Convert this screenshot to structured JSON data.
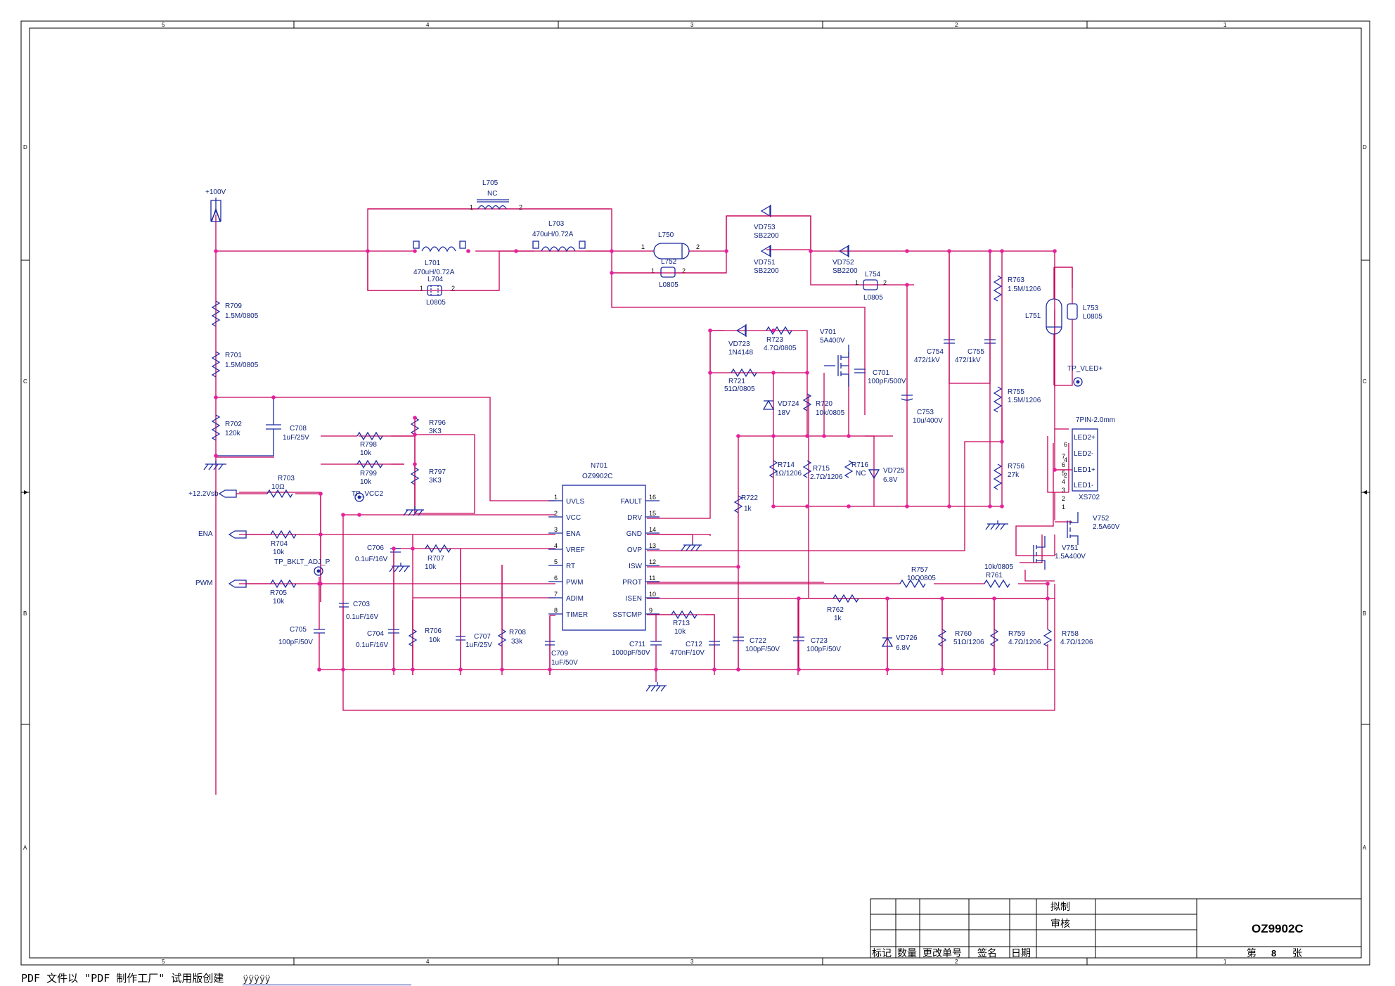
{
  "frame": {
    "col_labels": [
      "5",
      "4",
      "3",
      "2",
      "1"
    ],
    "row_labels": [
      "D",
      "C",
      "B",
      "A"
    ]
  },
  "title_block": {
    "drafted": "拟制",
    "reviewed": "审核",
    "drawing_title": "OZ9902C",
    "sheet_prefix": "第",
    "sheet_no": "8",
    "sheet_suffix": "张",
    "col_mark": "标记",
    "col_qty": "数量",
    "col_change": "更改单号",
    "col_sign": "签名",
    "col_date": "日期"
  },
  "footer": {
    "text": "PDF 文件以 \"PDF 制作工厂\" 试用版创建",
    "link": "ÿÿÿÿÿ"
  },
  "ports": {
    "p100v": "+100V",
    "p12v": "+12.2Vsb",
    "ena": "ENA",
    "pwm": "PWM",
    "tp_vcc2": "TP_VCC2",
    "tp_bklt": "TP_BKLT_ADJ_P",
    "tp_vled": "TP_VLED+"
  },
  "ic": {
    "ref": "N701",
    "part": "OZ9902C",
    "left_pins": [
      {
        "num": "1",
        "name": "UVLS"
      },
      {
        "num": "2",
        "name": "VCC"
      },
      {
        "num": "3",
        "name": "ENA"
      },
      {
        "num": "4",
        "name": "VREF"
      },
      {
        "num": "5",
        "name": "RT"
      },
      {
        "num": "6",
        "name": "PWM"
      },
      {
        "num": "7",
        "name": "ADIM"
      },
      {
        "num": "8",
        "name": "TIMER"
      }
    ],
    "right_pins": [
      {
        "num": "16",
        "name": "FAULT"
      },
      {
        "num": "15",
        "name": "DRV"
      },
      {
        "num": "14",
        "name": "GND"
      },
      {
        "num": "13",
        "name": "OVP"
      },
      {
        "num": "12",
        "name": "ISW"
      },
      {
        "num": "11",
        "name": "PROT"
      },
      {
        "num": "10",
        "name": "ISEN"
      },
      {
        "num": "9",
        "name": "SSTCMP"
      }
    ]
  },
  "connector": {
    "ref": "7PIN-2.0mm",
    "ref2": "XS702",
    "pins": [
      {
        "num": "7",
        "sig": ""
      },
      {
        "num": "6",
        "sig": "LED2+"
      },
      {
        "num": "5",
        "sig": ""
      },
      {
        "num": "4",
        "sig": "LED2-"
      },
      {
        "num": "3",
        "sig": ""
      },
      {
        "num": "2",
        "sig": "LED1+"
      },
      {
        "num": "1",
        "sig": "LED1-"
      }
    ],
    "inner": [
      "6",
      "4",
      "2"
    ]
  },
  "components": {
    "L705": {
      "ref": "L705",
      "val": "NC"
    },
    "L703": {
      "ref": "L703",
      "val": "470uH/0.72A"
    },
    "L701": {
      "ref": "L701",
      "val": "470uH/0.72A"
    },
    "L704": {
      "ref": "L704",
      "val": "L0805"
    },
    "L750": {
      "ref": "L750",
      "val": ""
    },
    "L752": {
      "ref": "L752",
      "val": "L0805"
    },
    "VD753": {
      "ref": "VD753",
      "val": "SB2200"
    },
    "VD751": {
      "ref": "VD751",
      "val": "SB2200"
    },
    "VD752": {
      "ref": "VD752",
      "val": "SB2200"
    },
    "L754": {
      "ref": "L754",
      "val": "L0805"
    },
    "R763": {
      "ref": "R763",
      "val": "1.5M/1206"
    },
    "L751": {
      "ref": "L751",
      "val": ""
    },
    "L753": {
      "ref": "L753",
      "val": "L0805"
    },
    "R709": {
      "ref": "R709",
      "val": "1.5M/0805"
    },
    "R701": {
      "ref": "R701",
      "val": "1.5M/0805"
    },
    "R702": {
      "ref": "R702",
      "val": "120k"
    },
    "C708": {
      "ref": "C708",
      "val": "1uF/25V"
    },
    "R796": {
      "ref": "R796",
      "val": "3K3"
    },
    "R798": {
      "ref": "R798",
      "val": "10k"
    },
    "R799": {
      "ref": "R799",
      "val": "10k"
    },
    "R797": {
      "ref": "R797",
      "val": "3K3"
    },
    "R703": {
      "ref": "R703",
      "val": "10Ω"
    },
    "R704": {
      "ref": "R704",
      "val": "10k"
    },
    "R705": {
      "ref": "R705",
      "val": "10k"
    },
    "C706": {
      "ref": "C706",
      "val": "0.1uF/16V"
    },
    "R707": {
      "ref": "R707",
      "val": "10k"
    },
    "C703": {
      "ref": "C703",
      "val": "0.1uF/16V"
    },
    "C705": {
      "ref": "C705",
      "val": "100pF/50V"
    },
    "C704": {
      "ref": "C704",
      "val": "0.1uF/16V"
    },
    "R706": {
      "ref": "R706",
      "val": "10k"
    },
    "C707": {
      "ref": "C707",
      "val": "1uF/25V"
    },
    "R708": {
      "ref": "R708",
      "val": "33k"
    },
    "C709": {
      "ref": "C709",
      "val": "1uF/50V"
    },
    "C711": {
      "ref": "C711",
      "val": "1000pF/50V"
    },
    "R713": {
      "ref": "R713",
      "val": "10k"
    },
    "C712": {
      "ref": "C712",
      "val": "470nF/10V"
    },
    "VD723": {
      "ref": "VD723",
      "val": "1N4148"
    },
    "R723": {
      "ref": "R723",
      "val": "4.7Ω/0805"
    },
    "R721": {
      "ref": "R721",
      "val": "51Ω/0805"
    },
    "V701": {
      "ref": "V701",
      "val": "5A400V"
    },
    "C701": {
      "ref": "C701",
      "val": "100pF/500V"
    },
    "VD724": {
      "ref": "VD724",
      "val": "18V"
    },
    "R720": {
      "ref": "R720",
      "val": "10k/0805"
    },
    "C754": {
      "ref": "C754",
      "val": "472/1kV"
    },
    "C755": {
      "ref": "C755",
      "val": "472/1kV"
    },
    "C753": {
      "ref": "C753",
      "val": "10u/400V"
    },
    "R755": {
      "ref": "R755",
      "val": "1.5M/1206"
    },
    "R714": {
      "ref": "R714",
      "val": "1Ω/1206"
    },
    "R715": {
      "ref": "R715",
      "val": "2.7Ω/1206"
    },
    "R716": {
      "ref": "R716",
      "val": "NC"
    },
    "VD725": {
      "ref": "VD725",
      "val": "6.8V"
    },
    "R756": {
      "ref": "R756",
      "val": "27k"
    },
    "R722": {
      "ref": "R722",
      "val": "1k"
    },
    "V752": {
      "ref": "V752",
      "val": "2.5A60V"
    },
    "V751": {
      "ref": "V751",
      "val": "1.5A400V"
    },
    "R757": {
      "ref": "R757",
      "val": "10Ω0805"
    },
    "R761": {
      "ref": "R761",
      "val": "10k/0805"
    },
    "R762": {
      "ref": "R762",
      "val": "1k"
    },
    "C722": {
      "ref": "C722",
      "val": "100pF/50V"
    },
    "C723": {
      "ref": "C723",
      "val": "100pF/50V"
    },
    "VD726": {
      "ref": "VD726",
      "val": "6.8V"
    },
    "R760": {
      "ref": "R760",
      "val": "51Ω/1206"
    },
    "R759": {
      "ref": "R759",
      "val": "4.7Ω/1206"
    },
    "R758": {
      "ref": "R758",
      "val": "4.7Ω/1206"
    }
  },
  "colors": {
    "wire": "#c8005a",
    "component": "#1a2aa0",
    "text": "#0b1f7a",
    "junction": "#e6209e"
  }
}
